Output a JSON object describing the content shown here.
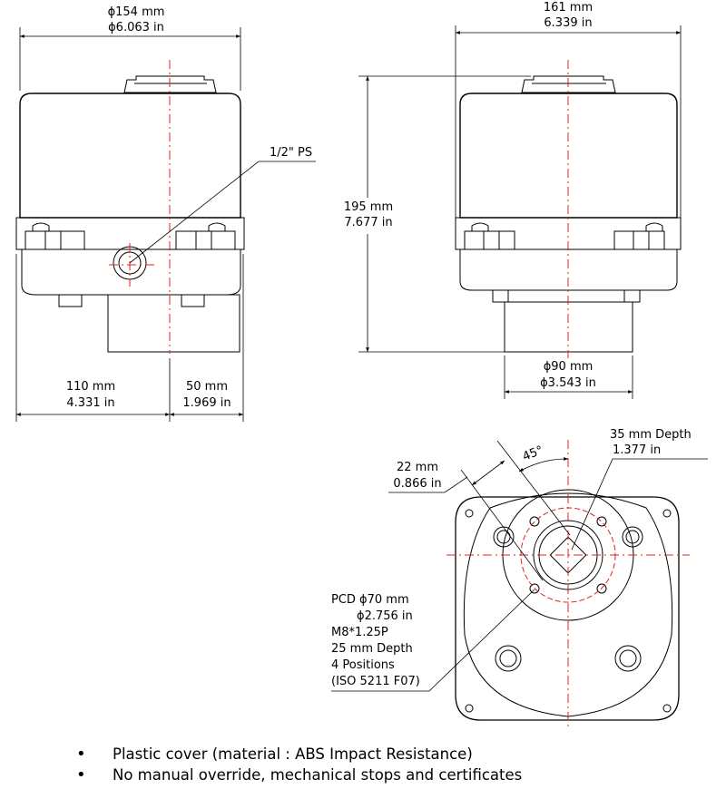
{
  "front_view": {
    "width_dia_mm": "ϕ154 mm",
    "width_dia_in": "ϕ6.063 in",
    "port_label": "1/2\" PS",
    "left_len_mm": "110 mm",
    "left_len_in": "4.331 in",
    "right_len_mm": "50 mm",
    "right_len_in": "1.969 in"
  },
  "side_view": {
    "width_mm": "161 mm",
    "width_in": "6.339 in",
    "height_mm": "195 mm",
    "height_in": "7.677 in",
    "base_dia_mm": "ϕ90 mm",
    "base_dia_in": "ϕ3.543 in"
  },
  "bottom_view": {
    "angle": "45°",
    "flat_mm": "22 mm",
    "flat_in": "0.866 in",
    "depth_mm": "35 mm Depth",
    "depth_in": "1.377 in",
    "pcd_lines": [
      "PCD ϕ70 mm",
      "ϕ2.756 in",
      "M8*1.25P",
      "25 mm Depth",
      "4 Positions",
      "(ISO 5211 F07)"
    ]
  },
  "notes": [
    "Plastic cover (material : ABS Impact Resistance)",
    "No manual override, mechanical stops and certificates"
  ]
}
